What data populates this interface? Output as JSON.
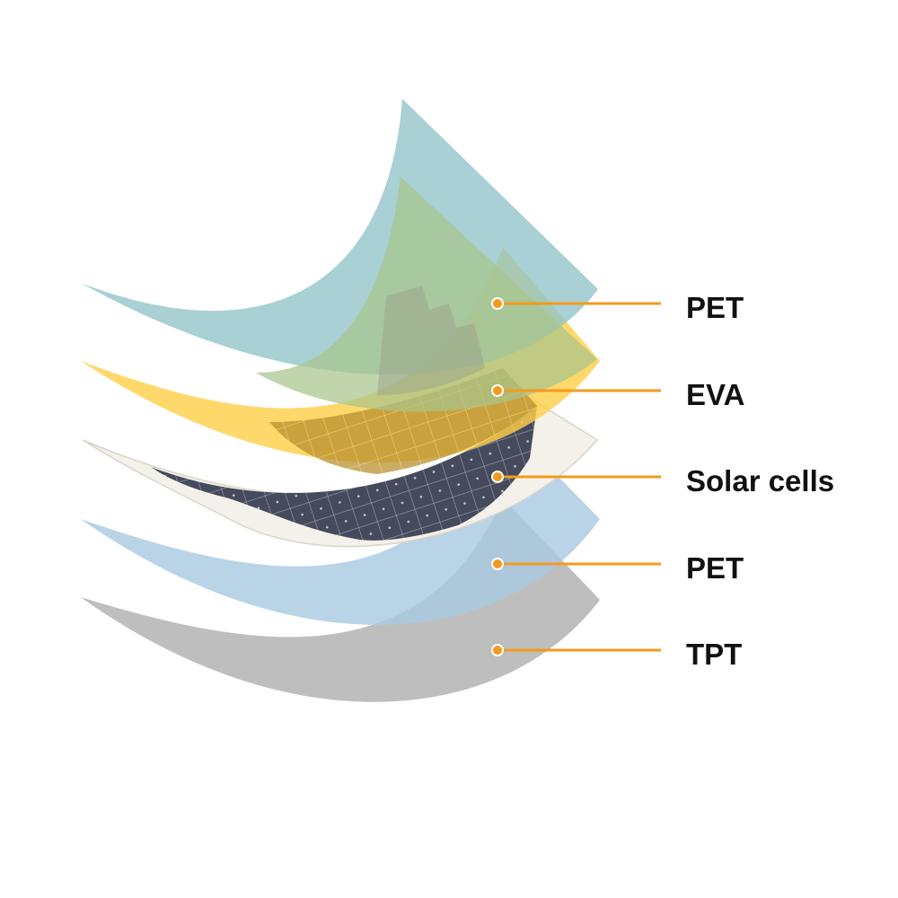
{
  "diagram": {
    "layers": [
      {
        "id": "pet-top",
        "label": "PET",
        "color": "#8fc3c9"
      },
      {
        "id": "eva",
        "label": "EVA",
        "color": "#ffcf4a"
      },
      {
        "id": "solar-cells",
        "label": "Solar cells",
        "color": "#4b5063"
      },
      {
        "id": "pet-bottom",
        "label": "PET",
        "color": "#a9cbe2"
      },
      {
        "id": "tpt",
        "label": "TPT",
        "color": "#b3b3b3"
      }
    ],
    "callout_color": "#f39a1e"
  }
}
